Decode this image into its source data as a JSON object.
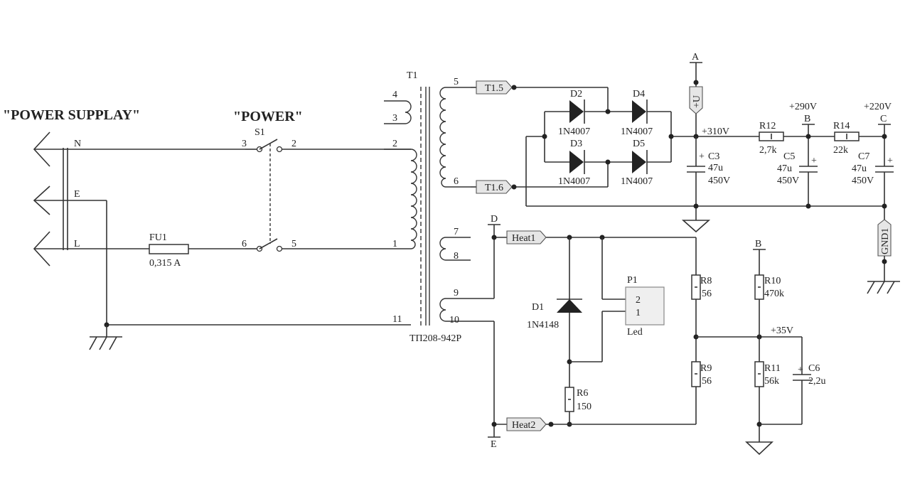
{
  "titles": {
    "power_supply": "\"POWER SUPPLAY\"",
    "power": "\"POWER\""
  },
  "mains": {
    "n": "N",
    "e": "E",
    "l": "L"
  },
  "fuse": {
    "ref": "FU1",
    "value": "0,315 A"
  },
  "switch": {
    "ref": "S1",
    "pin3": "3",
    "pin2": "2",
    "pin6": "6",
    "pin5": "5"
  },
  "transformer": {
    "ref": "T1",
    "part": "ТП208-942Р",
    "pins": {
      "p1": "1",
      "p2": "2",
      "p3": "3",
      "p4": "4",
      "p5": "5",
      "p6": "6",
      "p7": "7",
      "p8": "8",
      "p9": "9",
      "p10": "10",
      "p11": "11"
    }
  },
  "tags": {
    "t15": "T1.5",
    "t16": "T1.6",
    "heat1": "Heat1",
    "heat2": "Heat2",
    "plus_u": "+U",
    "gnd1": "GND1"
  },
  "diodes": {
    "d2": {
      "ref": "D2",
      "part": "1N4007"
    },
    "d3": {
      "ref": "D3",
      "part": "1N4007"
    },
    "d4": {
      "ref": "D4",
      "part": "1N4007"
    },
    "d5": {
      "ref": "D5",
      "part": "1N4007"
    },
    "d1": {
      "ref": "D1",
      "part": "1N4148"
    }
  },
  "caps": {
    "c3": {
      "ref": "C3",
      "cap": "47u",
      "volt": "450V"
    },
    "c5": {
      "ref": "C5",
      "cap": "47u",
      "volt": "450V"
    },
    "c7": {
      "ref": "C7",
      "cap": "47u",
      "volt": "450V"
    },
    "c6": {
      "ref": "C6",
      "cap": "2,2u"
    }
  },
  "resistors": {
    "r12": {
      "ref": "R12",
      "value": "2,7k"
    },
    "r14": {
      "ref": "R14",
      "value": "22k"
    },
    "r8": {
      "ref": "R8",
      "value": "56"
    },
    "r9": {
      "ref": "R9",
      "value": "56"
    },
    "r10": {
      "ref": "R10",
      "value": "470k"
    },
    "r11": {
      "ref": "R11",
      "value": "56k"
    },
    "r6": {
      "ref": "R6",
      "value": "150"
    }
  },
  "nets": {
    "a": "A",
    "b": "B",
    "b2": "B",
    "c": "C",
    "d": "D",
    "e": "E",
    "v310": "+310V",
    "v290": "+290V",
    "v220": "+220V",
    "v35": "+35V"
  },
  "led": {
    "ref": "P1",
    "pin2": "2",
    "pin1": "1",
    "label": "Led"
  },
  "plus": "+"
}
